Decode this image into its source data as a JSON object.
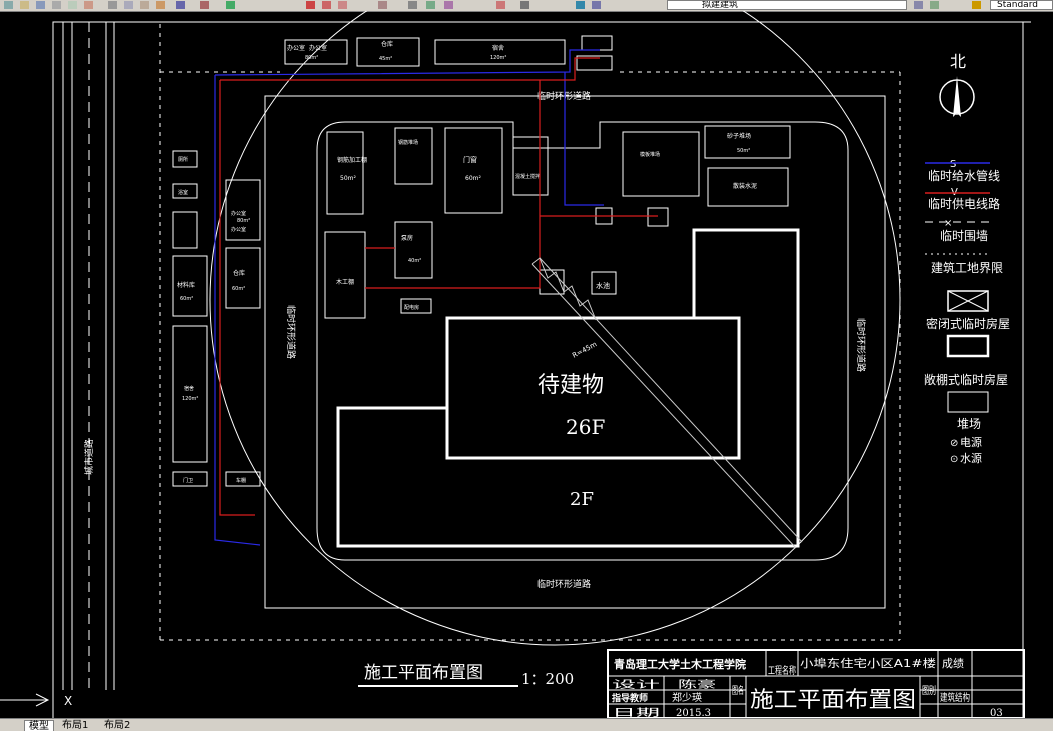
{
  "toolbar": {
    "layer_name": "拟建建筑",
    "text_style": "Standard"
  },
  "drawing": {
    "title": "施工平面布置图",
    "scale": "1：200",
    "north_label": "北",
    "roads": {
      "city_road": "城市道路",
      "ring_top": "临时环形道路",
      "ring_bottom": "临时环形道路",
      "ring_left": "临时环形道路",
      "ring_right": "临时环形道路"
    },
    "building": {
      "name": "待建物",
      "upper_floors": "26F",
      "lower_floors": "2F"
    },
    "crane_label": "R=45m",
    "facilities": {
      "office_a": "办公室",
      "office_a_area": "80m²",
      "office_b": "办公室",
      "warehouse_top": "仓库",
      "warehouse_top_area": "45m²",
      "dorm_top": "宿舍",
      "dorm_top_area": "120m²",
      "steel_shed": "钢筋加工棚",
      "steel_area": "50m²",
      "rebar_yard": "钢筋堆场",
      "wood_yard": "门窗",
      "wood_area": "60m²",
      "mixer": "混凝土搅拌",
      "formwork": "模板堆场",
      "sand_yard": "砂子堆场",
      "sand_area": "50m²",
      "cement_shed": "散装水泥",
      "left_office1": "办公室",
      "left_office2": "办公室",
      "left_office_area": "80m²",
      "material_store": "材料库",
      "material_area": "60m²",
      "left_warehouse": "仓库",
      "left_warehouse_area": "60m²",
      "left_dorm": "宿舍",
      "left_dorm_area": "120m²",
      "wood_shop": "木工棚",
      "pump_room": "泵房",
      "pump_area": "40m²",
      "electric_room": "配电房",
      "toilet": "厕所",
      "bath": "浴室",
      "guard": "门卫",
      "bike": "车棚",
      "pool": "水池"
    },
    "legend": {
      "water_symbol": "S",
      "water": "临时给水管线",
      "power_symbol": "V",
      "power": "临时供电线路",
      "fence_symbol": "×",
      "fence": "临时围墙",
      "boundary": "建筑工地界限",
      "closed_house": "密闭式临时房屋",
      "open_house": "敞棚式临时房屋",
      "yard": "堆场",
      "power_source": "电源",
      "water_source": "水源"
    },
    "title_block": {
      "school": "青岛理工大学土木工程学院",
      "project_label": "工程名称",
      "project_name": "小埠东住宅小区A1#楼",
      "grade_label": "成绩",
      "design_label": "设计",
      "designer": "陈豪",
      "advisor_label": "指导教师",
      "advisor": "郑少瑛",
      "date_label": "日期",
      "date": "2015.3",
      "drawing_label": "图名",
      "drawing_name": "施工平面布置图",
      "discipline_label": "图别",
      "discipline": "建筑结构",
      "sheet_no": "03"
    }
  },
  "tabs": [
    {
      "label": "模型",
      "active": true
    },
    {
      "label": "布局1",
      "active": false
    },
    {
      "label": "布局2",
      "active": false
    }
  ],
  "colors": {
    "background": "#000000",
    "water_line": "#2a2ae8",
    "power_line": "#d81e1e",
    "lines": "#ffffff",
    "crane": "#cccccc"
  }
}
